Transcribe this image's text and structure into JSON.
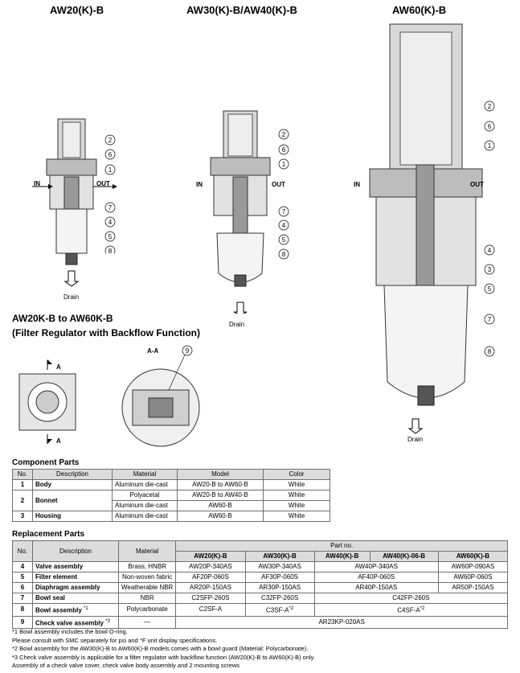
{
  "titles": {
    "aw20": "AW20(K)-B",
    "aw30_40": "AW30(K)-B/AW40(K)-B",
    "aw60": "AW60(K)-B"
  },
  "flow": {
    "in": "IN",
    "out": "OUT",
    "drain": "Drain"
  },
  "callouts": {
    "aw20": [
      "2",
      "6",
      "1",
      "7",
      "4",
      "5",
      "8"
    ],
    "aw30": [
      "2",
      "6",
      "1",
      "7",
      "4",
      "5",
      "8"
    ],
    "aw60": [
      "2",
      "6",
      "1",
      "4",
      "3",
      "5",
      "7",
      "8"
    ],
    "k": "9"
  },
  "backflow": {
    "title": "AW20K-B to AW60K-B",
    "subtitle": "(Filter Regulator with Backflow Function)",
    "section_label": "A-A",
    "arrow_label": "A"
  },
  "component_parts": {
    "heading": "Component Parts",
    "columns": [
      "No.",
      "Description",
      "Material",
      "Model",
      "Color"
    ],
    "rows": [
      {
        "no": "1",
        "desc": "Body",
        "material": "Aluminum die-cast",
        "model": "AW20-B to AW60-B",
        "color": "White"
      },
      {
        "no": "2",
        "desc": "Bonnet",
        "material": "Polyacetal",
        "model": "AW20-B to AW40-B",
        "color": "White"
      },
      {
        "no": "",
        "desc": "",
        "material": "Aluminum die-cast",
        "model": "AW60-B",
        "color": "White"
      },
      {
        "no": "3",
        "desc": "Housing",
        "material": "Aluminum die-cast",
        "model": "AW60-B",
        "color": "White"
      }
    ]
  },
  "replacement_parts": {
    "heading": "Replacement Parts",
    "col_no": "No.",
    "col_desc": "Description",
    "col_material": "Material",
    "col_partno": "Part no.",
    "models": [
      "AW20(K)-B",
      "AW30(K)-B",
      "AW40(K)-B",
      "AW40(K)-06-B",
      "AW60(K)-B"
    ],
    "rows": [
      {
        "no": "4",
        "desc": "Valve assembly",
        "material": "Brass, HNBR",
        "p20": "AW20P-340AS",
        "p30": "AW30P-340AS",
        "p40": "AW40P-340AS",
        "p60": "AW60P-090AS"
      },
      {
        "no": "5",
        "desc": "Filter element",
        "material": "Non-woven fabric",
        "p20": "AF20P-060S",
        "p30": "AF30P-060S",
        "p40": "AF40P-060S",
        "p60": "AW60P-060S"
      },
      {
        "no": "6",
        "desc": "Diaphragm assembly",
        "material": "Weatherable NBR",
        "p20": "AR20P-150AS",
        "p30": "AR30P-150AS",
        "p40": "AR40P-150AS",
        "p60": "AR50P-150AS"
      },
      {
        "no": "7",
        "desc": "Bowl seal",
        "material": "NBR",
        "p20": "C2SFP-260S",
        "p30": "C32FP-260S",
        "p40_60": "C42FP-260S"
      },
      {
        "no": "8",
        "desc": "Bowl assembly",
        "sup": "*1",
        "material": "Polycarbonate",
        "p20": "C2SF-A",
        "p30": "C3SF-A",
        "p30_sup": "*2",
        "p40_60": "C4SF-A",
        "p40_60_sup": "*2"
      },
      {
        "no": "9",
        "desc": "Check valve assembly",
        "sup": "*3",
        "material": "—",
        "p_all": "AR23KP-020AS"
      }
    ]
  },
  "footnotes": [
    "*1  Bowl assembly includes the bowl O-ring.",
    "     Please consult with SMC separately for psi and °F unit display specifications.",
    "*2  Bowl assembly for the AW30(K)-B to AW60(K)-B models comes with a bowl guard (Material: Polycarbonate).",
    "*3  Check valve assembly is applicable for a filter regulator with backflow function (AW20(K)-B to AW60(K)-B) only.",
    "     Assembly of a check valve cover, check valve body assembly and 2 mounting screws"
  ]
}
